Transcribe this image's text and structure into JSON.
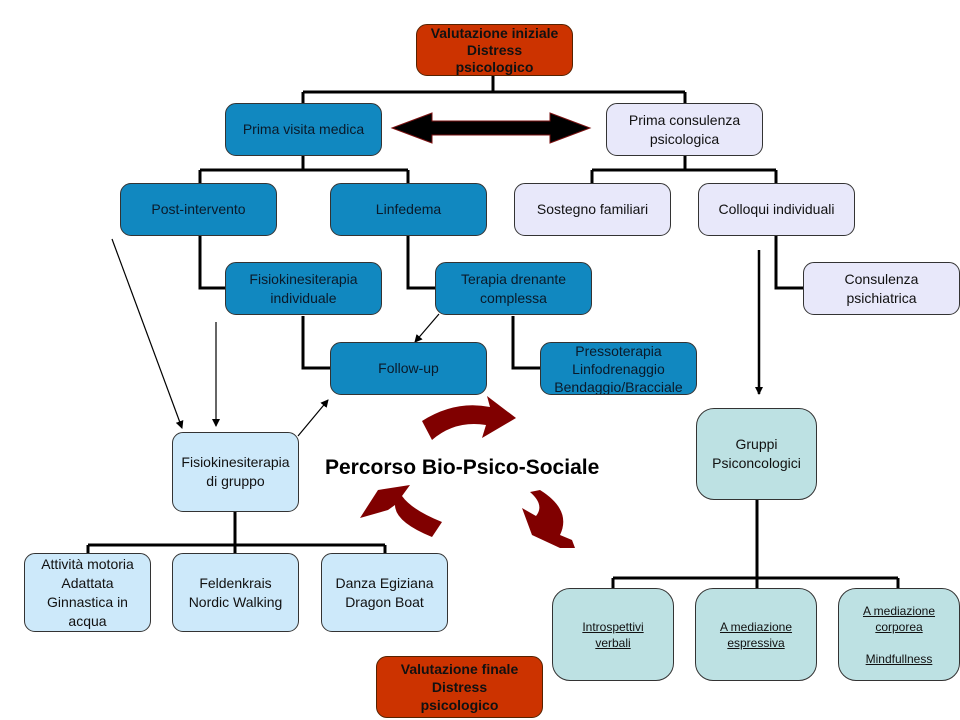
{
  "diagram": {
    "title": "Percorso Bio-Psico-Sociale",
    "colors": {
      "evaluation": "#cc3300",
      "medical": "#1188c0",
      "psychological": "#e8e8fa",
      "group_physio": "#cde9fa",
      "psycho_groups": "#bde1e3",
      "cycle_arrows": "#800000",
      "connector": "#000000"
    },
    "nodes": {
      "initial_evaluation": [
        "Valutazione iniziale",
        "Distress",
        "psicologico"
      ],
      "first_medical_visit": [
        "Prima visita medica"
      ],
      "first_psych_consult": [
        "Prima consulenza",
        "psicologica"
      ],
      "post_surgery": [
        "Post-intervento"
      ],
      "lymphedema": [
        "Linfedema"
      ],
      "family_support": [
        "Sostegno familiari"
      ],
      "individual_talks": [
        "Colloqui individuali"
      ],
      "individual_physio": [
        "Fisiokinesiterapia",
        "individuale"
      ],
      "drainage_therapy": [
        "Terapia drenante",
        "complessa"
      ],
      "psychiatric_consult": [
        "Consulenza",
        "psichiatrica"
      ],
      "follow_up": [
        "Follow-up"
      ],
      "pressotherapy": [
        "Pressoterapia",
        "Linfodrenaggio",
        "Bendaggio/Bracciale"
      ],
      "group_physio": [
        "Fisiokinesiterapia",
        "di gruppo"
      ],
      "psycho_oncology_groups": [
        "Gruppi",
        "Psiconcologici"
      ],
      "adapted_activity": [
        "Attività motoria",
        "Adattata",
        "Ginnastica in",
        "acqua"
      ],
      "feldenkrais": [
        "Feldenkrais",
        "Nordic Walking"
      ],
      "egyptian_dance": [
        "Danza Egiziana",
        "Dragon Boat"
      ],
      "introspective": [
        "Introspettivi",
        "verbali"
      ],
      "expressive": [
        "A mediazione",
        "espressiva"
      ],
      "bodily": [
        "A mediazione",
        "corporea",
        "",
        "Mindfullness"
      ],
      "final_evaluation": [
        "Valutazione finale",
        "Distress",
        "psicologico"
      ]
    }
  }
}
